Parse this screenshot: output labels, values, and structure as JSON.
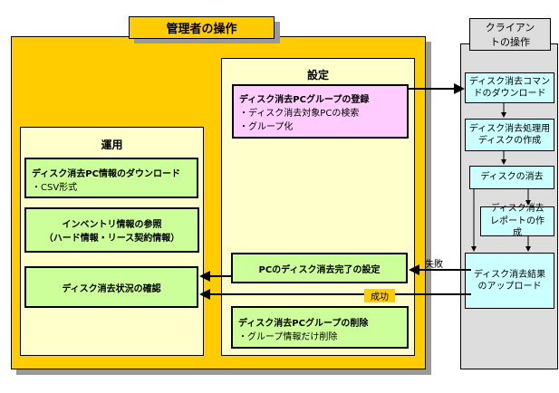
{
  "admin": {
    "title": "管理者の操作",
    "settings": {
      "title": "設定",
      "register": {
        "title": "ディスク消去PCグループの登録",
        "items": [
          "・ディスク消去対象PCの検索",
          "・グループ化"
        ]
      },
      "complete": {
        "title": "PCのディスク消去完了の設定"
      },
      "delete": {
        "title": "ディスク消去PCグループの削除",
        "items": [
          "・グループ情報だけ削除"
        ]
      }
    },
    "operations": {
      "title": "運用",
      "download": {
        "title": "ディスク消去PC情報のダウンロード",
        "items": [
          "・CSV形式"
        ]
      },
      "inventory": {
        "line1": "インベントリ情報の参照",
        "line2": "（ハード情報・リース契約情報）"
      },
      "status": {
        "title": "ディスク消去状況の確認"
      }
    }
  },
  "client": {
    "title": "クライアントの操作",
    "steps": [
      "ディスク消去コマンドのダウンロード",
      "ディスク消去処理用ディスクの作成",
      "ディスクの消去",
      "ディスク消去レポートの作成",
      "ディスク消去結果のアップロード"
    ]
  },
  "labels": {
    "fail": "失敗",
    "success": "成功"
  }
}
